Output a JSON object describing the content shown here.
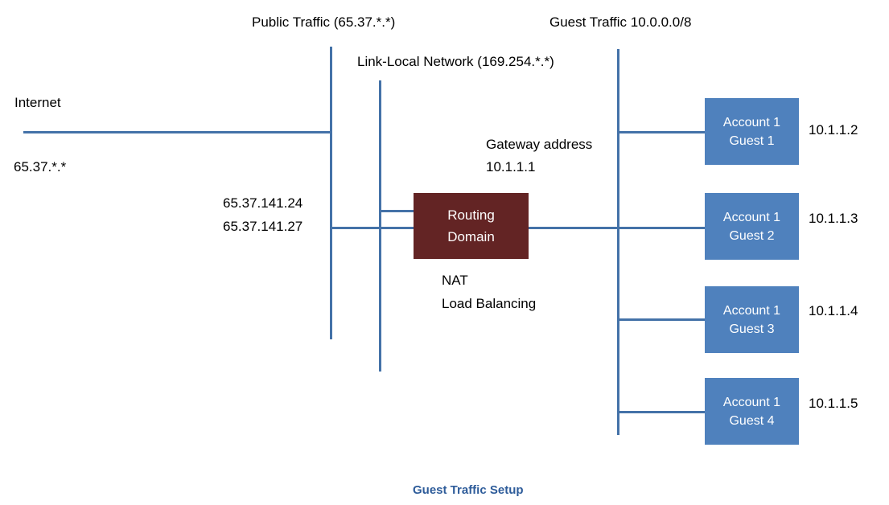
{
  "diagram": {
    "caption": "Guest Traffic Setup",
    "colors": {
      "line": "#4472A8",
      "guest_box": "#4F81BD",
      "router_box": "#632424",
      "caption_text": "#2E5C9A",
      "body_text": "#000000"
    },
    "labels": {
      "public_traffic": "Public Traffic (65.37.*.*)",
      "guest_traffic": "Guest Traffic 10.0.0.0/8",
      "link_local": "Link-Local Network (169.254.*.*)",
      "internet": "Internet",
      "internet_range": "65.37.*.*",
      "public_ip_1": "65.37.141.24",
      "public_ip_2": "65.37.141.27",
      "gateway_title": "Gateway address",
      "gateway_ip": "10.1.1.1",
      "nat": "NAT",
      "load_balancing": "Load Balancing"
    },
    "router": {
      "line1": "Routing",
      "line2": "Domain"
    },
    "guests": [
      {
        "account": "Account 1",
        "guest": "Guest 1",
        "ip": "10.1.1.2"
      },
      {
        "account": "Account 1",
        "guest": "Guest 2",
        "ip": "10.1.1.3"
      },
      {
        "account": "Account 1",
        "guest": "Guest 3",
        "ip": "10.1.1.4"
      },
      {
        "account": "Account 1",
        "guest": "Guest 4",
        "ip": "10.1.1.5"
      }
    ]
  }
}
